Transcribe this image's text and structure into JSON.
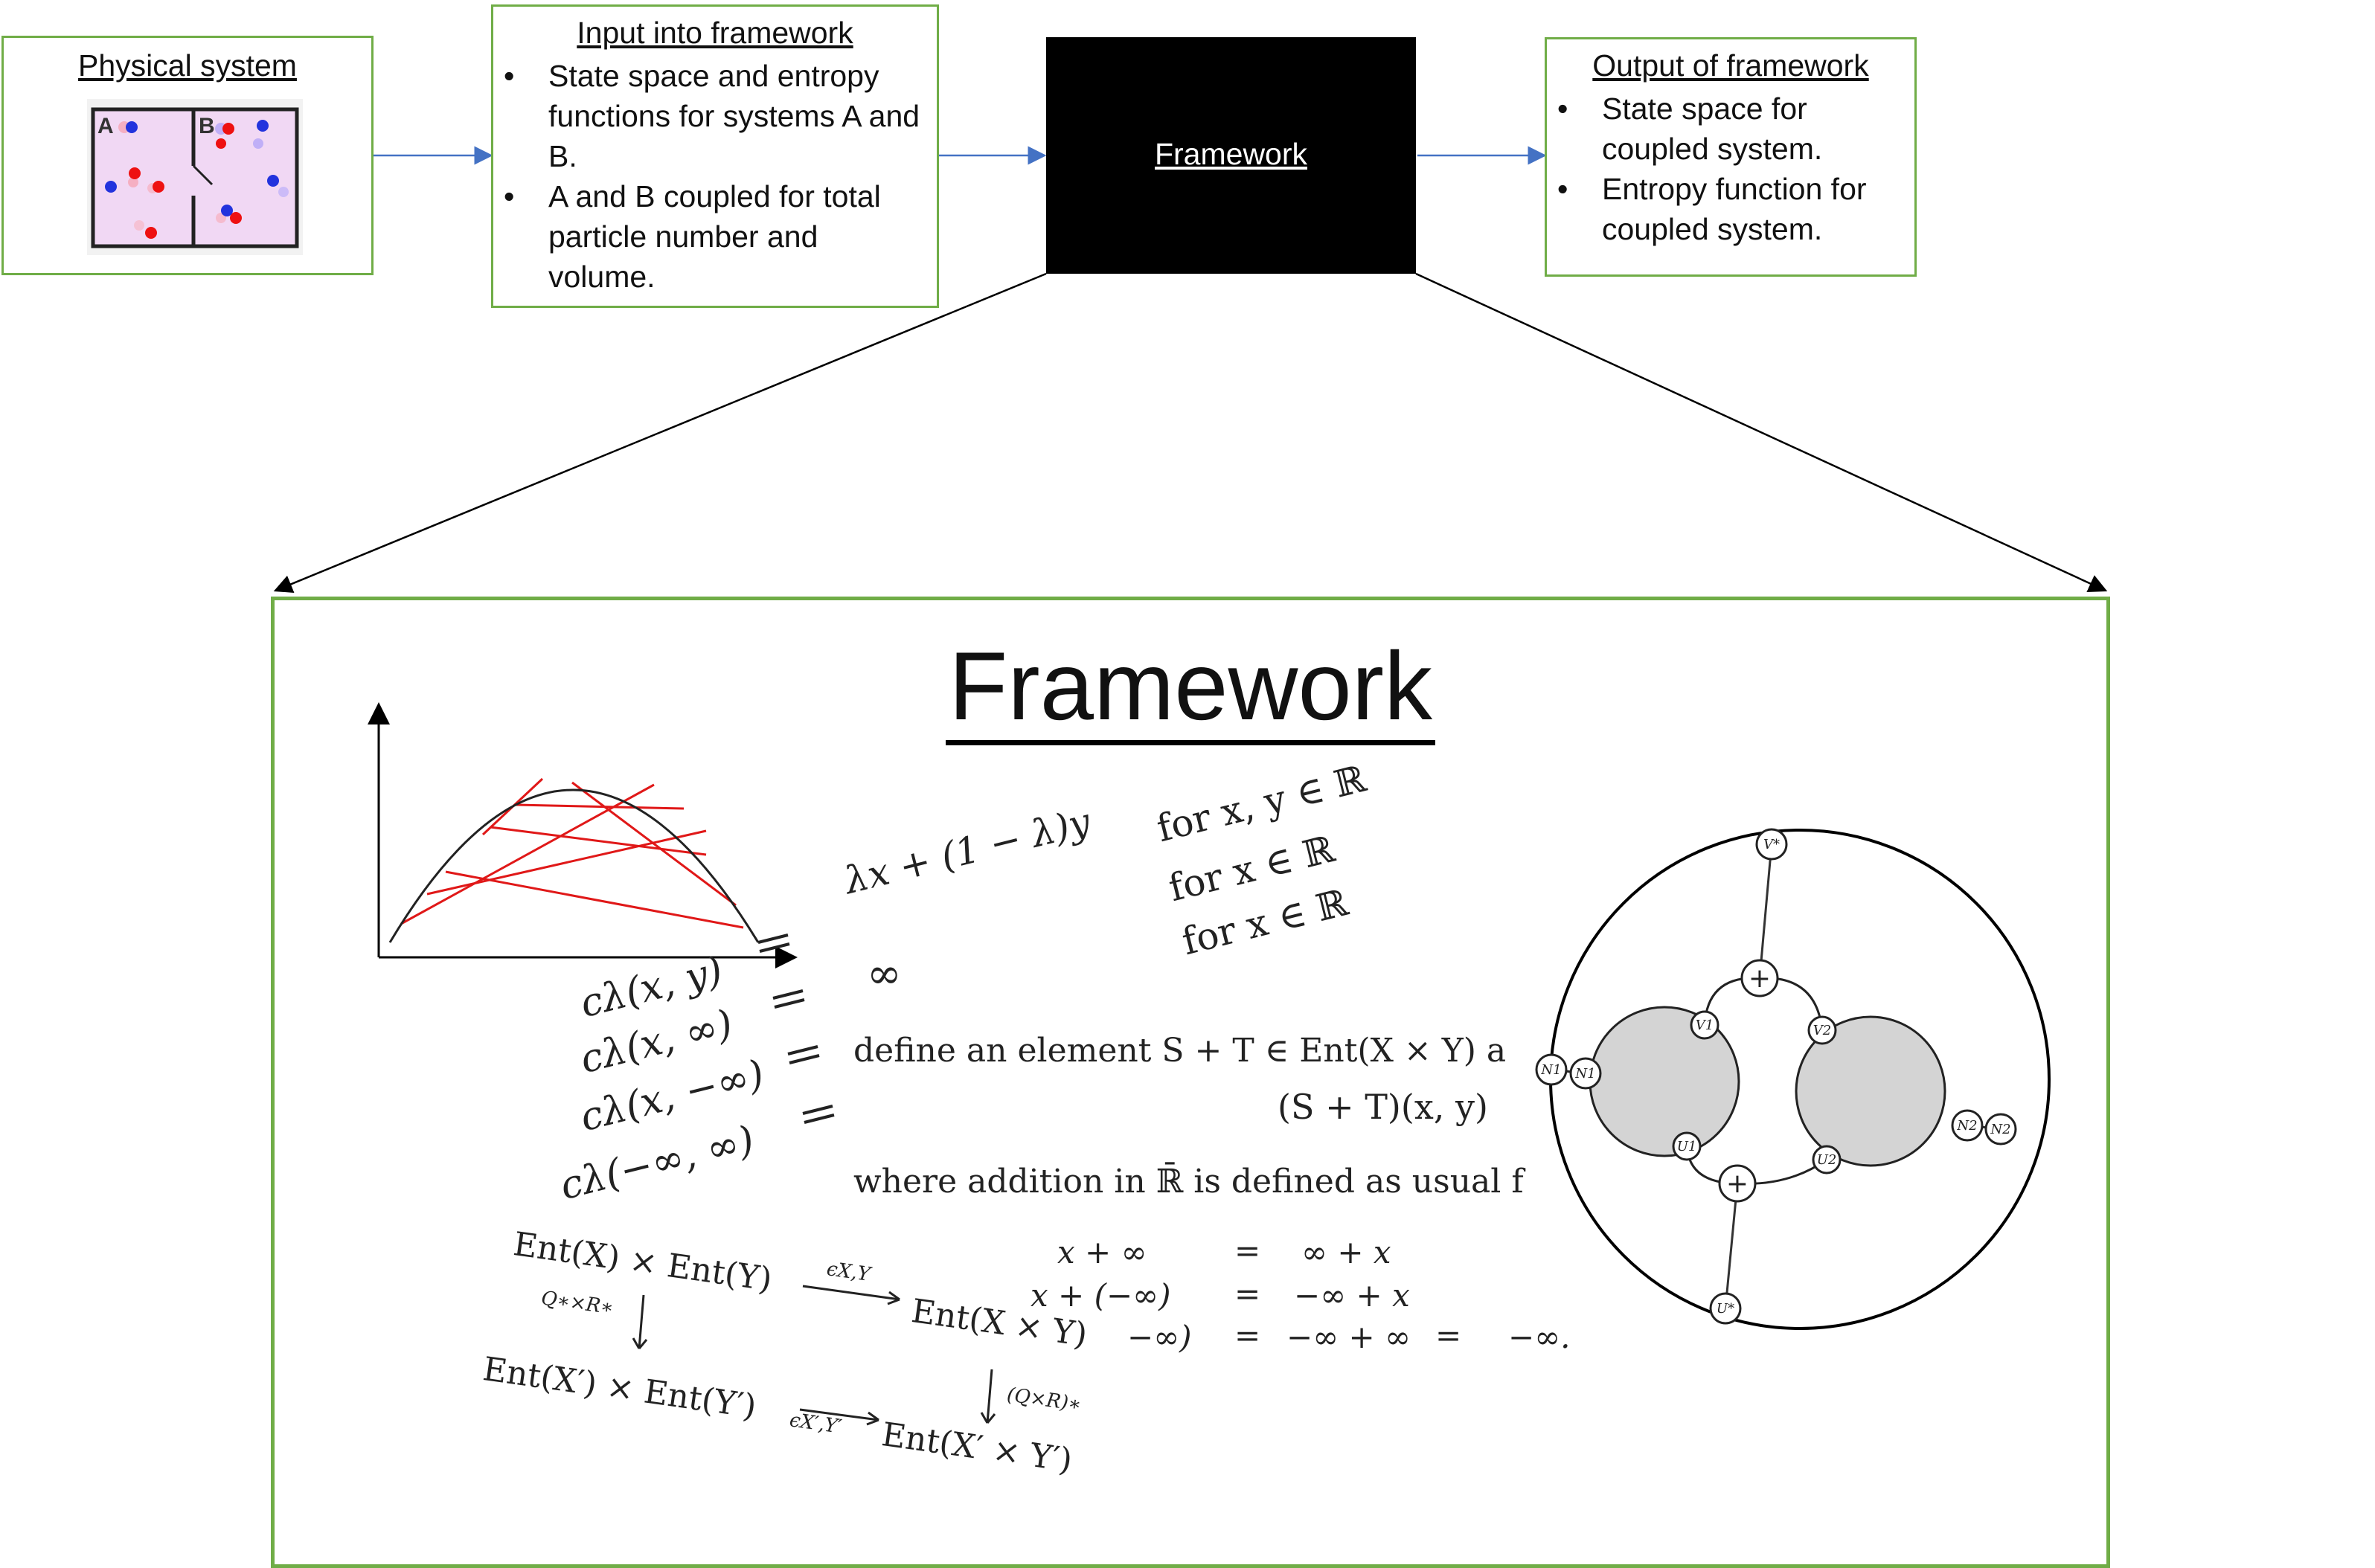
{
  "physical_system": {
    "title": "Physical system",
    "label_a": "A",
    "label_b": "B"
  },
  "input": {
    "title": "Input into framework",
    "bullets": [
      "State space and entropy functions for systems A and B.",
      "A and B coupled for total particle number and volume."
    ]
  },
  "framework_node": {
    "label": "Framework"
  },
  "output": {
    "title": "Output of framework",
    "bullets": [
      "State space for coupled system.",
      "Entropy function for coupled system."
    ]
  },
  "framework_panel": {
    "title": "Framework",
    "math": {
      "lambda_line": "λx + (1 − λ)y",
      "for1": "for x, y ∈ ℝ",
      "for2": "for x ∈ ℝ",
      "for3": "for x ∈ ℝ",
      "c1": "cλ(x, y)",
      "c2": "cλ(x, ∞)",
      "c3": "cλ(x, −∞)",
      "c4": "cλ(−∞, ∞)",
      "inf": "∞",
      "define": "define an element S + T ∈ Ent(X × Y) a",
      "st": "(S + T)(x, y)",
      "where": "where addition in ℝ̄ is defined as usual f",
      "add1l": "x + ∞",
      "add1r": "∞ + x",
      "add2l": "x + (−∞)",
      "add2r": "−∞ + x",
      "add3l": "−∞)",
      "add3r": "−∞ + ∞",
      "add3e": "−∞.",
      "cd_tl": "Ent(X) × Ent(Y)",
      "cd_tr": "Ent(X × Y)",
      "cd_bl": "Ent(X′) × Ent(Y′)",
      "cd_br": "Ent(X′ × Y′)",
      "cd_top_arrow": "ϵX,Y",
      "cd_bottom_arrow": "ϵX′,Y′",
      "cd_left_arrow": "Q∗×R∗",
      "cd_right_arrow": "(Q×R)∗"
    },
    "circle_labels": [
      "V*",
      "V1",
      "V2",
      "N1",
      "N1",
      "N2",
      "N2",
      "U1",
      "U2",
      "U*",
      "+",
      "+"
    ]
  }
}
